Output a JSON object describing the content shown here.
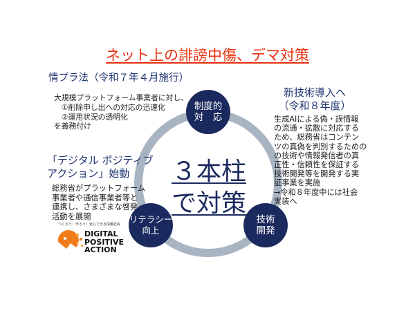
{
  "title": "ネット上の誹謗中傷、デマ対策",
  "center": {
    "line1": "３本柱",
    "line2": "で対策"
  },
  "nodes": {
    "top": "制度的\n対　応",
    "right": "技術\n開発",
    "left": "リテラシー\n向上"
  },
  "left_top": {
    "heading": "情プラ法（令和７年４月施行）",
    "lines": [
      "大規模プラットフォーム事業者に対し、",
      "　①削除申し出への対応の迅速化",
      "　②運用状況の透明化",
      "を義務付け"
    ]
  },
  "left_bottom": {
    "heading_lines": [
      "「デジタル ポジティブ",
      "アクション」始動"
    ],
    "lines": [
      "総務省がプラットフォーム",
      "事業者や通信事業者等と",
      "連携し、さまざまな啓発",
      "活動を展開"
    ]
  },
  "right": {
    "heading_lines": [
      "新技術導入へ",
      "（令和８年度）"
    ],
    "lines": [
      "生成AIによる偽・誤情報",
      "の流通・拡散に対応する",
      "ため、総務省はコンテン",
      "ツの真偽を判別するための",
      "の技術や情報発信者の真",
      "正性・信頼性を保証する",
      "技術開発等を開発する実",
      "証事業を実施",
      "→令和８年度中には社会",
      "実装へ"
    ]
  },
  "logo": {
    "tagline": "つくろう！守ろう！安心できる情報社会",
    "words": [
      "DIGITAL",
      "POSITIVE",
      "ACTION"
    ]
  },
  "colors": {
    "title": "#e8300f",
    "navy": "#1b2a5e",
    "ring": "#a9b4c2",
    "logo_orange": "#f07b1a"
  }
}
